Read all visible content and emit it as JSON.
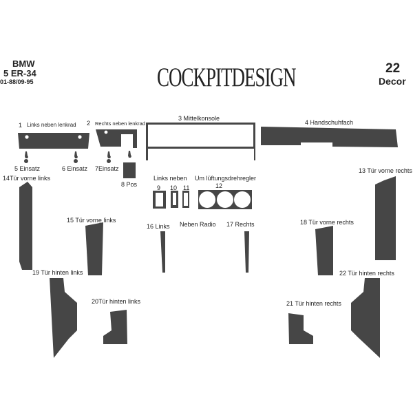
{
  "header": {
    "make": "BMW",
    "model": "5 ER-34",
    "years": "01-88/09-95",
    "logo": "COCKPITDESIGN",
    "kit_number": "22",
    "kit_type": "Decor"
  },
  "parts": [
    {
      "num": "1",
      "label": "Links neben lenkrad"
    },
    {
      "num": "2",
      "label": "Rechts neben lenkrad"
    },
    {
      "label": "3 Mittelkonsole"
    },
    {
      "label": "4 Handschuhfach"
    },
    {
      "label": "5 Einsatz"
    },
    {
      "label": "6  Einsatz"
    },
    {
      "label": "7Einsatz"
    },
    {
      "label": "8 Pos"
    },
    {
      "group": "Links neben",
      "nums": [
        "9",
        "10",
        "11"
      ]
    },
    {
      "group": "Um lüftungsdrehregler",
      "num": "12"
    },
    {
      "label": "13 Tür vorne rechts"
    },
    {
      "label": "14Tür vorne links"
    },
    {
      "label": "15 Tür vorne links"
    },
    {
      "label": "16 Links"
    },
    {
      "label": "Neben Radio"
    },
    {
      "label": "17 Rechts"
    },
    {
      "label": "18 Tür vorne rechts"
    },
    {
      "label": "19 Tür hinten links"
    },
    {
      "label": "20Tür hinten links"
    },
    {
      "label": "21 Tür hinten rechts"
    },
    {
      "label": "22 Tür hinten rechts"
    }
  ],
  "colors": {
    "part_fill": "#464646"
  }
}
